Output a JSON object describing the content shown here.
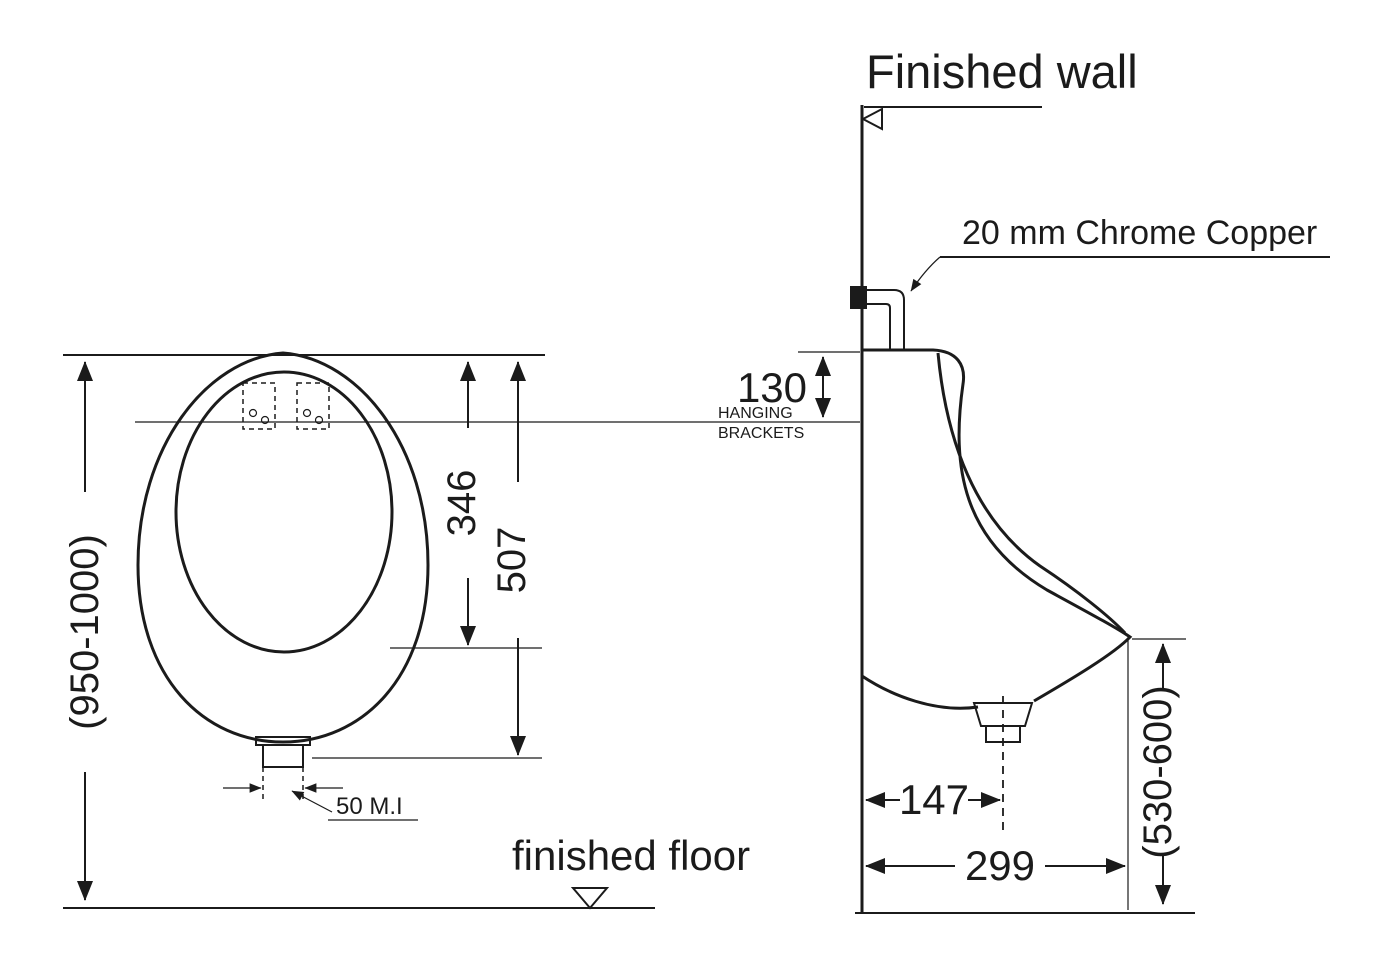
{
  "front_view": {
    "dim_mount_height": "(950-1000)",
    "dim_opening_height": "346",
    "dim_body_height": "507",
    "spigot_label": "50 M.I",
    "floor_label": "finished floor"
  },
  "side_view": {
    "wall_label": "Finished wall",
    "pipe_label": "20 mm Chrome Copper",
    "dim_inlet_offset": "130",
    "brackets_line1": "HANGING",
    "brackets_line2": "BRACKETS",
    "dim_outlet_from_wall": "147",
    "dim_depth": "299",
    "dim_rim_height": "(530-600)"
  },
  "colors": {
    "line": "#1b1b1b",
    "background": "#ffffff"
  }
}
